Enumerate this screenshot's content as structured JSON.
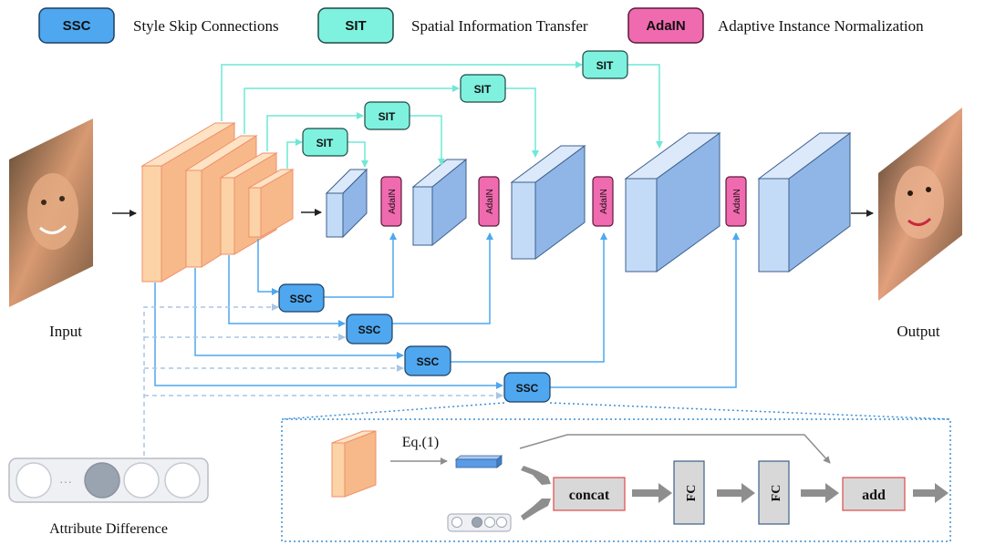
{
  "legend": [
    {
      "key": "SSC",
      "label": "Style Skip Connections",
      "color": "#4ea7ef"
    },
    {
      "key": "SIT",
      "label": "Spatial Information Transfer",
      "color": "#7ff2df"
    },
    {
      "key": "AdaIN",
      "label": "Adaptive Instance Normalization",
      "color": "#f06aaf"
    }
  ],
  "labels": {
    "input": "Input",
    "output": "Output",
    "attribute_difference": "Attribute Difference",
    "equation": "Eq.(1)"
  },
  "blocks": {
    "sit": "SIT",
    "ssc": "SSC",
    "adain": "AdaIN",
    "concat": "concat",
    "fc": "FC",
    "add": "add"
  },
  "colors": {
    "encoder_fill": "#fcd3a6",
    "encoder_stroke": "#ef8f6a",
    "decoder_fill": "#c4dbf7",
    "decoder_stroke": "#3d5f8c",
    "ssc_line": "#4ea7ef",
    "sit_line": "#6fe8d6",
    "dashed_line": "#a9c6e4",
    "detail_border": "#3a8fd6",
    "gray_arrow": "#8e8e8e"
  }
}
